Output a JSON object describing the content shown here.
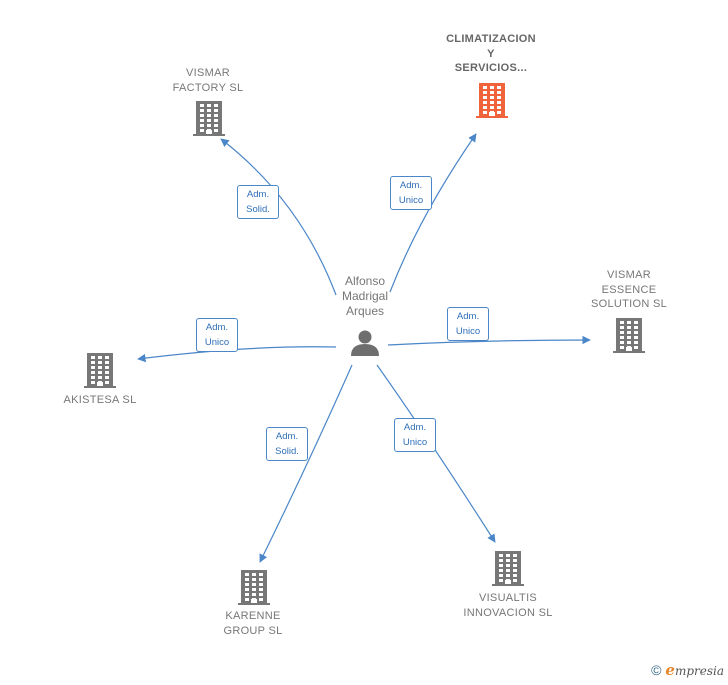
{
  "colors": {
    "edge": "#4a86c8",
    "building": "#777777",
    "highlight": "#f0643c",
    "person": "#6e6e6e"
  },
  "person": {
    "name_lines": [
      "Alfonso",
      "Madrigal",
      "Arques"
    ],
    "icon": "person-icon"
  },
  "companies": [
    {
      "id": "vismar-factory",
      "lines": [
        "VISMAR",
        "FACTORY  SL"
      ],
      "highlight": false
    },
    {
      "id": "climatizacion",
      "lines": [
        "CLIMATIZACION",
        "Y",
        "SERVICIOS..."
      ],
      "highlight": true
    },
    {
      "id": "vismar-essence",
      "lines": [
        "VISMAR",
        "ESSENCE",
        "SOLUTION SL"
      ],
      "highlight": false
    },
    {
      "id": "akistesa",
      "lines": [
        "AKISTESA  SL"
      ],
      "highlight": false
    },
    {
      "id": "karenne",
      "lines": [
        "KARENNE",
        "GROUP  SL"
      ],
      "highlight": false
    },
    {
      "id": "visualtis",
      "lines": [
        "VISUALTIS",
        "INNOVACION SL"
      ],
      "highlight": false
    }
  ],
  "roles": [
    {
      "target": "vismar-factory",
      "lines": [
        "Adm.",
        "Solid."
      ]
    },
    {
      "target": "climatizacion",
      "lines": [
        "Adm.",
        "Unico"
      ]
    },
    {
      "target": "vismar-essence",
      "lines": [
        "Adm.",
        "Unico"
      ]
    },
    {
      "target": "akistesa",
      "lines": [
        "Adm.",
        "Unico"
      ]
    },
    {
      "target": "karenne",
      "lines": [
        "Adm.",
        "Solid."
      ]
    },
    {
      "target": "visualtis",
      "lines": [
        "Adm.",
        "Unico"
      ]
    }
  ],
  "footer": {
    "copyright": "©",
    "brand_initial": "e",
    "brand_rest": "mpresia"
  }
}
